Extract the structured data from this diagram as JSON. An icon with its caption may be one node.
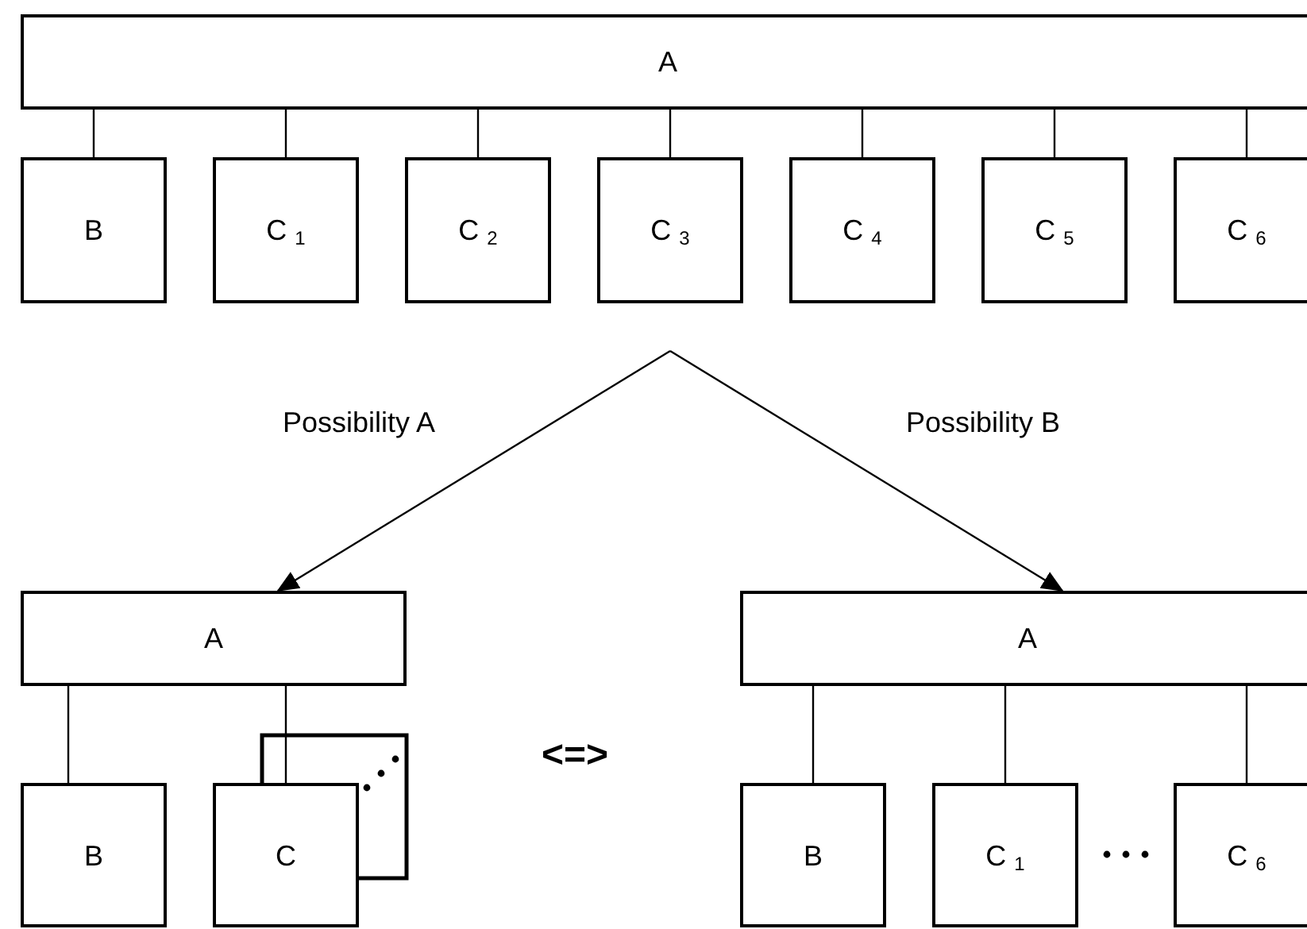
{
  "diagram": {
    "nodes": [
      {
        "text": [
          "A"
        ]
      },
      {
        "text": [
          "B"
        ]
      },
      {
        "text": [
          "C $_{1}$"
        ]
      },
      {
        "text": [
          "C $_{2}$"
        ]
      },
      {
        "text": [
          "C $_{3}$"
        ]
      },
      {
        "text": [
          "C $_{4}$"
        ]
      },
      {
        "text": [
          "C $_{5}$"
        ]
      },
      {
        "text": [
          "C $_{6}$"
        ]
      },
      {
        "text": [
          "A"
        ]
      },
      {
        "text": [
          "B"
        ]
      },
      {
        "text": [
          "C"
        ]
      },
      {
        "text": [
          "A"
        ]
      },
      {
        "text": [
          "B"
        ]
      },
      {
        "text": [
          "C $_{1}$"
        ]
      },
      {
        "text": [
          "C $_{6}$"
        ]
      }
    ],
    "edges": [
      {
        "from": 0,
        "to": 1,
        "arrow": "none"
      },
      {
        "from": 0,
        "to": 2,
        "arrow": "none"
      },
      {
        "from": 0,
        "to": 3,
        "arrow": "none"
      },
      {
        "from": 0,
        "to": 4,
        "arrow": "none"
      },
      {
        "from": 0,
        "to": 5,
        "arrow": "none"
      },
      {
        "from": 0,
        "to": 6,
        "arrow": "none"
      },
      {
        "from": 0,
        "to": 7,
        "arrow": "none"
      },
      {
        "from": 8,
        "to": 9,
        "arrow": "none"
      },
      {
        "from": 8,
        "to": 10,
        "arrow": "none"
      },
      {
        "from": 11,
        "to": 12,
        "arrow": "none"
      },
      {
        "from": 11,
        "to": 13,
        "arrow": "none"
      },
      {
        "from": 11,
        "to": 14,
        "arrow": "none"
      },
      {
        "from": null,
        "to": 8,
        "label": "Possibility A",
        "arrow": "to"
      },
      {
        "from": null,
        "to": 11,
        "label": "Possibility B",
        "arrow": "to"
      }
    ],
    "labels": [
      "<=>"
    ]
  }
}
